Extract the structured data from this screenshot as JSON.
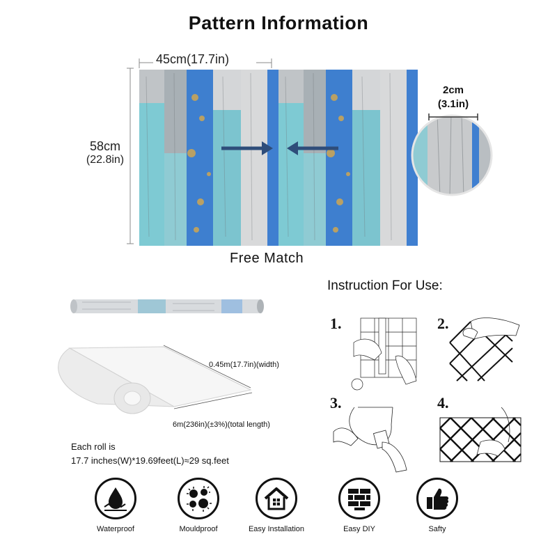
{
  "title": "Pattern Information",
  "pattern": {
    "width_label": "45cm(17.7in)",
    "height_label_cm": "58cm",
    "height_label_in": "(22.8in)",
    "detail_label_cm": "2cm",
    "detail_label_in": "(3.1in)",
    "match_label": "Free Match"
  },
  "roll": {
    "width_label": "0.45m(17.7in)(width)",
    "length_label": "6m(236in)(±3%)(total length)",
    "each_line1": "Each roll is",
    "each_line2": "17.7 inches(W)*19.69feet(L)≈29 sq.feet"
  },
  "instructions": {
    "heading": "Instruction For Use:",
    "steps": [
      "1.",
      "2.",
      "3.",
      "4."
    ]
  },
  "features": [
    {
      "label": "Waterproof",
      "icon": "water-drop-icon"
    },
    {
      "label": "Mouldproof",
      "icon": "mould-spores-icon"
    },
    {
      "label": "Easy Installation",
      "icon": "house-icon"
    },
    {
      "label": "Easy DIY",
      "icon": "brick-wall-icon"
    },
    {
      "label": "Safty",
      "icon": "thumbs-up-icon"
    }
  ],
  "colors": {
    "plank_blue": "#3f7fd0",
    "plank_teal": "#7cc4d0",
    "plank_gray": "#a9b0b6",
    "plank_white": "#dcdcdc",
    "arrow": "#2e4d7a"
  }
}
